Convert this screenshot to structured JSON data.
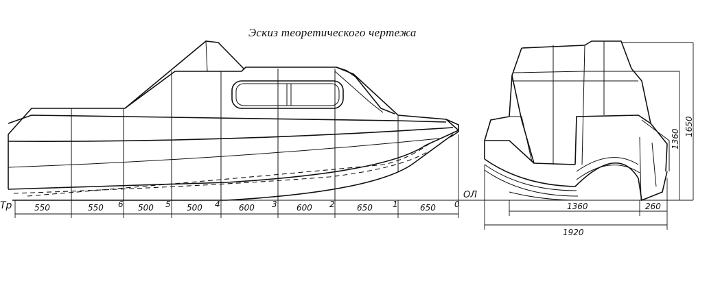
{
  "title": "Эскиз теоретического чертежа",
  "side_view": {
    "stern_label": "Tp",
    "baseline_label": "ОЛ",
    "stations": [
      "6",
      "5",
      "4",
      "3",
      "2",
      "1",
      "0"
    ],
    "spacings": [
      "550",
      "550",
      "500",
      "500",
      "600",
      "600",
      "650",
      "650"
    ]
  },
  "section_view": {
    "dims": {
      "inner_width": "1360",
      "outer_offset": "260",
      "total_width": "1920",
      "height_side": "1360",
      "total_height": "1650"
    }
  }
}
